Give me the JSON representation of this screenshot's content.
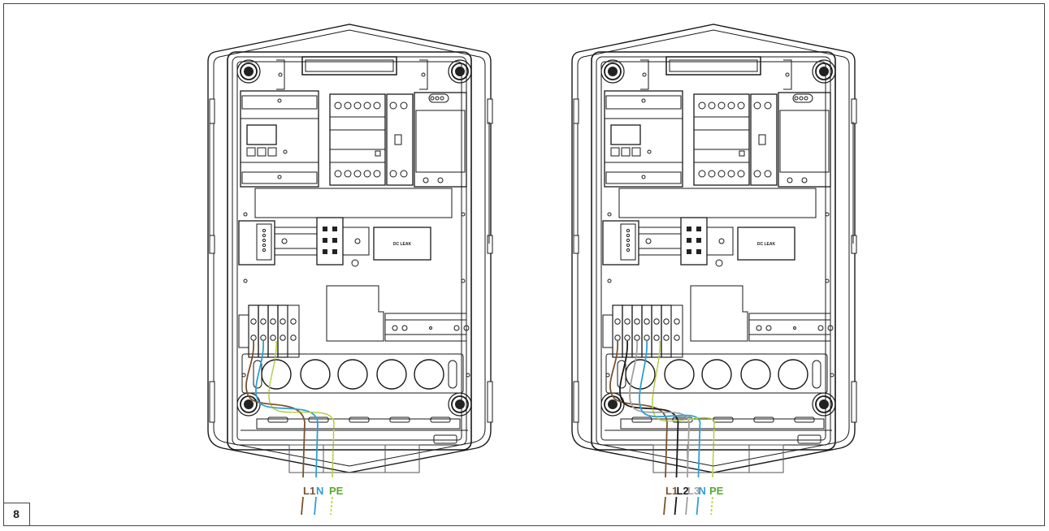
{
  "figure": {
    "number": "8"
  },
  "colors": {
    "frame": "#444444",
    "line": "#1a1a1a",
    "L1": "#7a5230",
    "L2": "#1a1a1a",
    "L3": "#a0a0a0",
    "N": "#2e9fd6",
    "PE": "#c7d43a",
    "PE_label": "#5aa832"
  },
  "panels": [
    {
      "id": "single-phase",
      "module_label": "DC LEAK",
      "wires": [
        {
          "name": "L1",
          "color_key": "L1"
        },
        {
          "name": "N",
          "color_key": "N"
        },
        {
          "name": "PE",
          "color_key": "PE"
        }
      ]
    },
    {
      "id": "three-phase",
      "module_label": "DC LEAK",
      "wires": [
        {
          "name": "L1",
          "color_key": "L1"
        },
        {
          "name": "L2",
          "color_key": "L2"
        },
        {
          "name": "L3",
          "color_key": "L3"
        },
        {
          "name": "N",
          "color_key": "N"
        },
        {
          "name": "PE",
          "color_key": "PE"
        }
      ]
    }
  ]
}
